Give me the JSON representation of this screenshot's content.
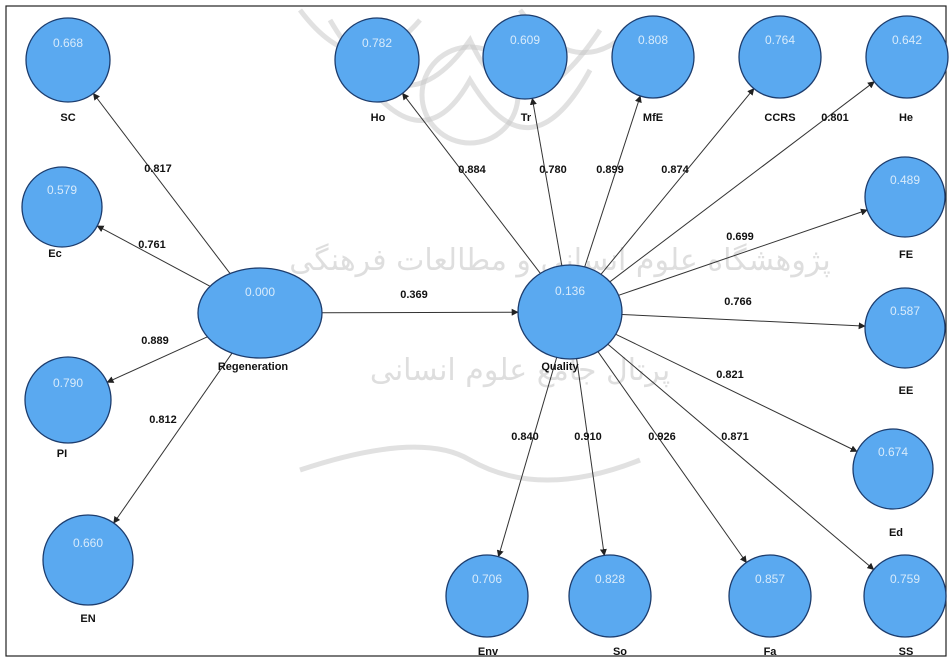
{
  "diagram": {
    "constructs": [
      {
        "id": "Regeneration",
        "label": "Regeneration",
        "value": "0.000"
      },
      {
        "id": "Quality",
        "label": "Quality",
        "value": "0.136"
      }
    ],
    "indicators": [
      {
        "id": "SC",
        "label": "SC",
        "value": "0.668"
      },
      {
        "id": "Ec",
        "label": "Ec",
        "value": "0.579"
      },
      {
        "id": "PI",
        "label": "PI",
        "value": "0.790"
      },
      {
        "id": "EN",
        "label": "EN",
        "value": "0.660"
      },
      {
        "id": "Ho",
        "label": "Ho",
        "value": "0.782"
      },
      {
        "id": "Tr",
        "label": "Tr",
        "value": "0.609"
      },
      {
        "id": "MfE",
        "label": "MfE",
        "value": "0.808"
      },
      {
        "id": "CCRS",
        "label": "CCRS",
        "value": "0.764"
      },
      {
        "id": "He",
        "label": "He",
        "value": "0.642"
      },
      {
        "id": "FE",
        "label": "FE",
        "value": "0.489"
      },
      {
        "id": "EE",
        "label": "EE",
        "value": "0.587"
      },
      {
        "id": "Ed",
        "label": "Ed",
        "value": "0.674"
      },
      {
        "id": "SS",
        "label": "SS",
        "value": "0.759"
      },
      {
        "id": "Fa",
        "label": "Fa",
        "value": "0.857"
      },
      {
        "id": "So",
        "label": "So",
        "value": "0.828"
      },
      {
        "id": "Env",
        "label": "Env",
        "value": "0.706"
      }
    ],
    "paths": [
      {
        "from": "Regeneration",
        "to": "Quality",
        "coef": "0.369"
      },
      {
        "from": "Regeneration",
        "to": "SC",
        "coef": "0.817"
      },
      {
        "from": "Regeneration",
        "to": "Ec",
        "coef": "0.761"
      },
      {
        "from": "Regeneration",
        "to": "PI",
        "coef": "0.889"
      },
      {
        "from": "Regeneration",
        "to": "EN",
        "coef": "0.812"
      },
      {
        "from": "Quality",
        "to": "Ho",
        "coef": "0.884"
      },
      {
        "from": "Quality",
        "to": "Tr",
        "coef": "0.780"
      },
      {
        "from": "Quality",
        "to": "MfE",
        "coef": "0.899"
      },
      {
        "from": "Quality",
        "to": "CCRS",
        "coef": "0.874"
      },
      {
        "from": "Quality",
        "to": "He",
        "coef": "0.801"
      },
      {
        "from": "Quality",
        "to": "FE",
        "coef": "0.699"
      },
      {
        "from": "Quality",
        "to": "EE",
        "coef": "0.766"
      },
      {
        "from": "Quality",
        "to": "Ed",
        "coef": "0.821"
      },
      {
        "from": "Quality",
        "to": "SS",
        "coef": "0.871"
      },
      {
        "from": "Quality",
        "to": "Fa",
        "coef": "0.926"
      },
      {
        "from": "Quality",
        "to": "So",
        "coef": "0.910"
      },
      {
        "from": "Quality",
        "to": "Env",
        "coef": "0.840"
      }
    ]
  },
  "watermark": {
    "line1": "پژوهشگاه علوم انسانی و مطالعات فرهنگی",
    "line2": "پرتال جامع علوم انسانی"
  },
  "colors": {
    "node_fill": "#5aa9f0",
    "node_stroke": "#1d3d6e",
    "edge": "#333333",
    "watermark": "#c4c4c4"
  }
}
